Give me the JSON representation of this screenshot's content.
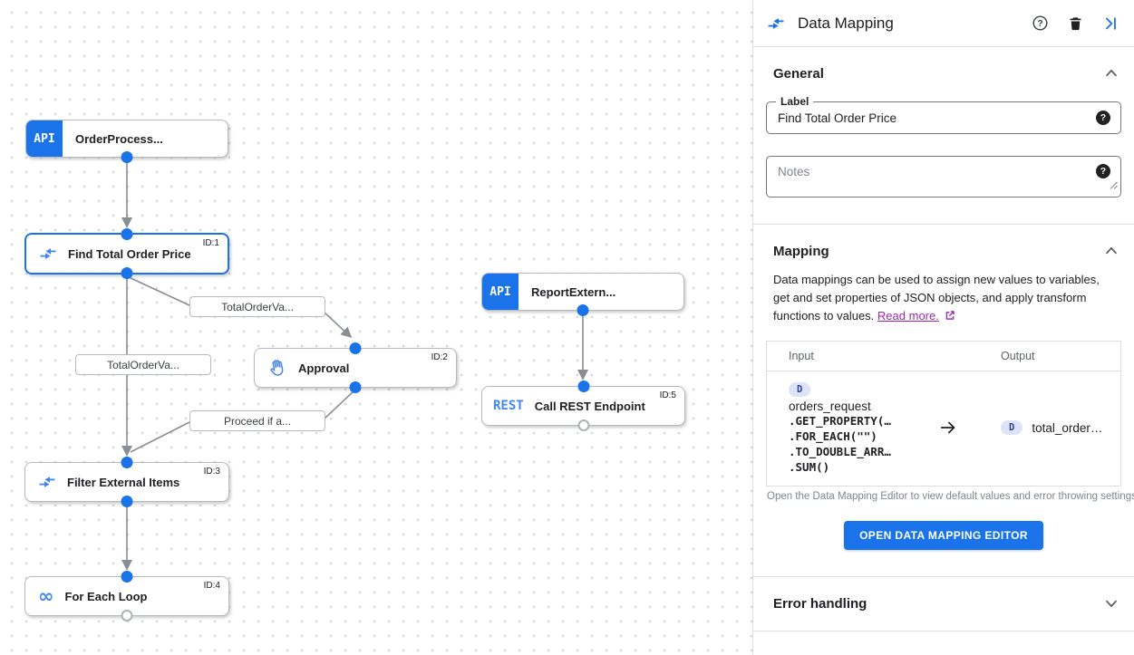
{
  "colors": {
    "accent_blue": "#1a73e8",
    "icon_blue": "#4285f4",
    "link_purple": "#9c27b0",
    "edge_gray": "#8a8e93",
    "chip_bg": "#dde4fa"
  },
  "canvas": {
    "nodes": [
      {
        "label": "OrderProcess...",
        "badge": "API"
      },
      {
        "label": "Find Total Order Price",
        "id": "ID:1"
      },
      {
        "label": "ReportExtern...",
        "badge": "API"
      },
      {
        "label": "Approval",
        "id": "ID:2"
      },
      {
        "label": "Call REST Endpoint",
        "id": "ID:5",
        "badge": "REST"
      },
      {
        "label": "Filter External Items",
        "id": "ID:3"
      },
      {
        "label": "For Each Loop",
        "id": "ID:4"
      }
    ],
    "edge_labels": [
      "TotalOrderVa...",
      "TotalOrderVa...",
      "Proceed if a..."
    ],
    "icons": {
      "infinity": "∞"
    }
  },
  "panel": {
    "title": "Data Mapping",
    "general": {
      "title": "General",
      "label_field_label": "Label",
      "label_field_value": "Find Total Order Price",
      "notes_placeholder": "Notes"
    },
    "mapping": {
      "title": "Mapping",
      "description": "Data mappings can be used to assign new values to variables, get and set properties of JSON objects, and apply transform functions to values.",
      "read_more": "Read more.",
      "table": {
        "input_header": "Input",
        "output_header": "Output",
        "input_chip": "D",
        "input_variable": "orders_request",
        "input_functions": [
          ".GET_PROPERTY(…",
          ".FOR_EACH(\"\")",
          ".TO_DOUBLE_ARR…",
          ".SUM()"
        ],
        "output_chip": "D",
        "output_variable": "total_order…"
      },
      "caption": "Open the Data Mapping Editor to view default values and error throwing settings.",
      "button_label": "OPEN DATA MAPPING EDITOR"
    },
    "error_handling": {
      "title": "Error handling"
    }
  }
}
